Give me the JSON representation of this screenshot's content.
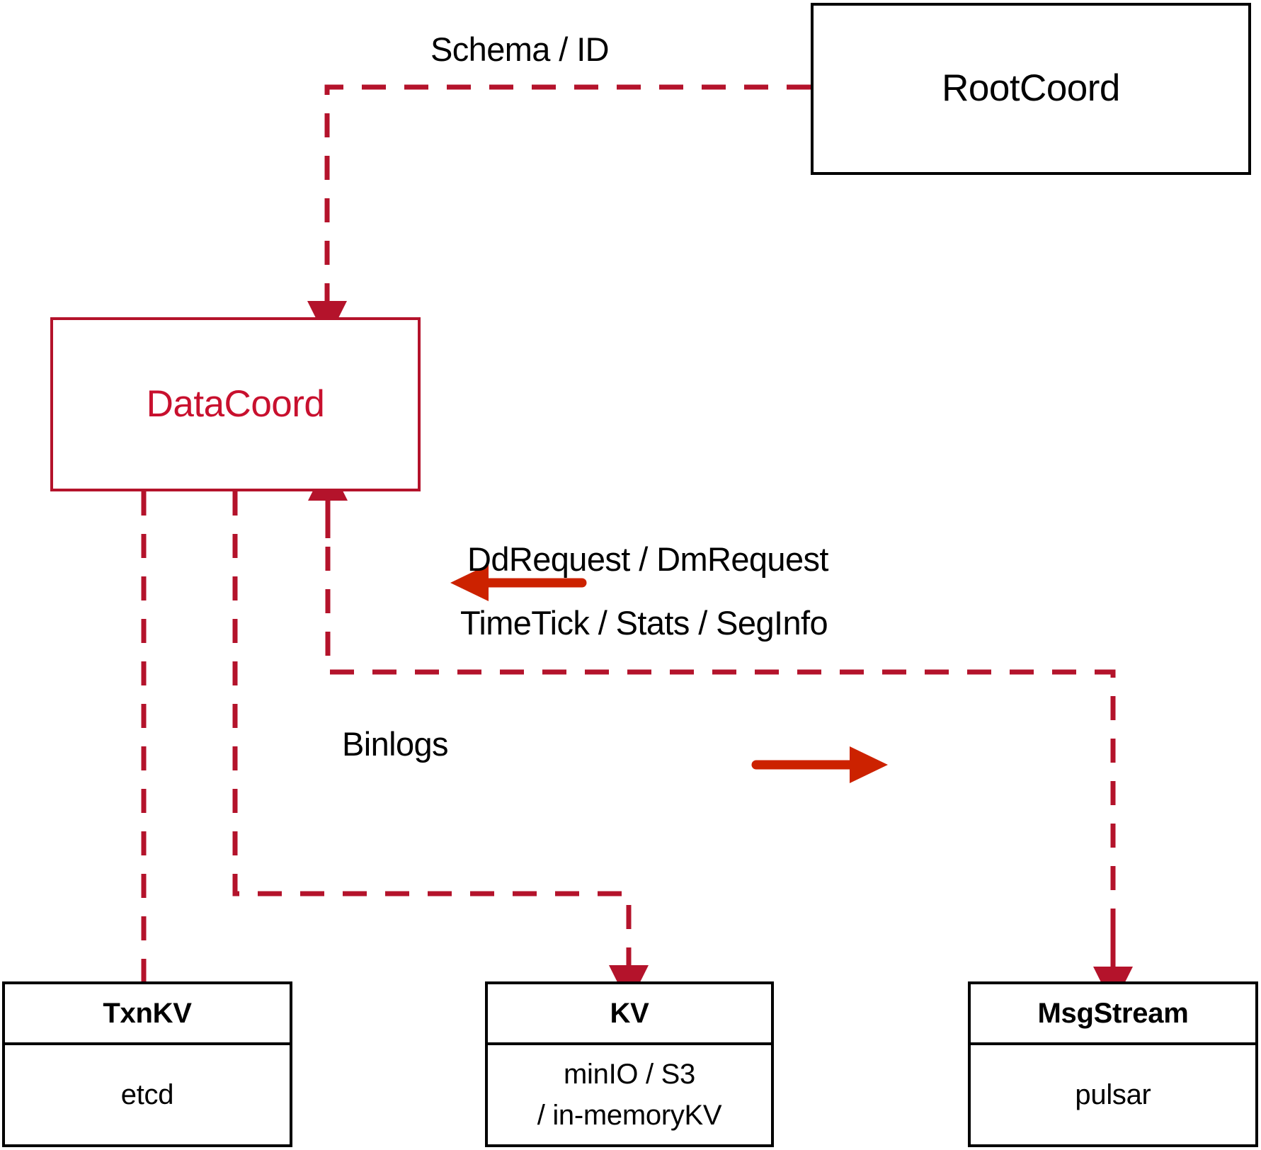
{
  "diagram": {
    "title": "DataCoord architecture",
    "colors": {
      "accent": "#c8102e",
      "dashed_line": "#b4132b",
      "solid_arrow": "#cc2200",
      "node_border": "#000000",
      "background": "#ffffff"
    },
    "nodes": [
      {
        "id": "rootcoord",
        "type": "plain",
        "label": "RootCoord"
      },
      {
        "id": "datacoord",
        "type": "accent",
        "label": "DataCoord"
      },
      {
        "id": "txnkv",
        "type": "split",
        "head": "TxnKV",
        "body": [
          "etcd"
        ]
      },
      {
        "id": "kv",
        "type": "split",
        "head": "KV",
        "body": [
          "minIO / S3",
          "/ in-memoryKV"
        ]
      },
      {
        "id": "msgstream",
        "type": "split",
        "head": "MsgStream",
        "body": [
          "pulsar"
        ]
      }
    ],
    "edge_labels": [
      {
        "id": "schema-id",
        "text": "Schema / ID"
      },
      {
        "id": "dd-dm-request",
        "text": "DdRequest / DmRequest"
      },
      {
        "id": "timetick-stats-seginfo",
        "text": "TimeTick / Stats / SegInfo"
      },
      {
        "id": "binlogs",
        "text": "Binlogs"
      }
    ]
  }
}
